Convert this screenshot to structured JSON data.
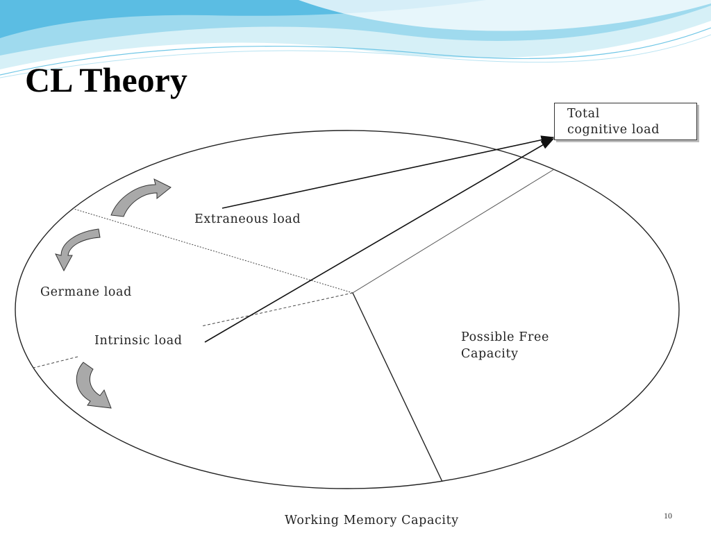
{
  "slide": {
    "title": "CL Theory",
    "page_number": "10"
  },
  "diagram": {
    "total_label_line1": "Total",
    "total_label_line2": "cognitive load",
    "extraneous_label": "Extraneous load",
    "germane_label": "Germane load",
    "intrinsic_label": "Intrinsic load",
    "free_capacity_line1": "Possible Free",
    "free_capacity_line2": "Capacity",
    "caption": "Working Memory Capacity"
  },
  "colors": {
    "header_wave_light": "#d6f0f7",
    "header_wave_mid": "#8fd3ea",
    "header_wave_dark": "#4fb8df",
    "arrow_fill": "#a9a9a9"
  }
}
